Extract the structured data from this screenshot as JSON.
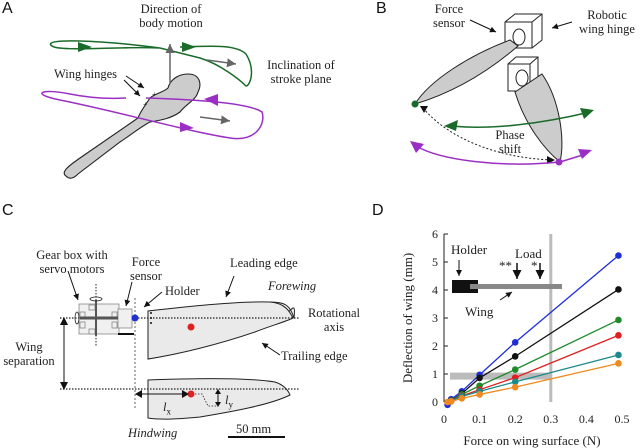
{
  "panels": {
    "A": {
      "letter": "A",
      "labels": {
        "direction_line1": "Direction of",
        "direction_line2": "body motion",
        "inclination_line1": "Inclination of",
        "inclination_line2": "stroke plane",
        "wing_hinges": "Wing hinges"
      },
      "colors": {
        "forewing_path": "#1a6b2a",
        "hindwing_path": "#9b2fc4",
        "body": "#cccccc",
        "arrows": "#666666"
      }
    },
    "B": {
      "letter": "B",
      "labels": {
        "force_line1": "Force",
        "force_line2": "sensor",
        "robotic_line1": "Robotic",
        "robotic_line2": "wing hinge",
        "phase_line1": "Phase",
        "phase_line2": "shift"
      }
    },
    "C": {
      "letter": "C",
      "labels": {
        "gearbox_line1": "Gear box with",
        "gearbox_line2": "servo motors",
        "force_line1": "Force",
        "force_line2": "sensor",
        "holder": "Holder",
        "leading_edge": "Leading edge",
        "forewing": "Forewing",
        "rotational_line1": "Rotational",
        "rotational_line2": "axis",
        "trailing_edge": "Trailing edge",
        "wing_sep_line1": "Wing",
        "wing_sep_line2": "separation",
        "lx": "l",
        "lx_sub": "x",
        "ly": "l",
        "ly_sub": "y",
        "hindwing": "Hindwing",
        "scale": "50 mm"
      }
    },
    "D": {
      "letter": "D",
      "inset": {
        "holder": "Holder",
        "load": "Load",
        "double_star": "**",
        "single_star": "*",
        "wing": "Wing"
      }
    }
  },
  "chart_data": {
    "type": "line",
    "title": "",
    "xlabel": "Force on wing surface (N)",
    "ylabel": "Deflection of wing (mm)",
    "xlim": [
      0,
      0.5
    ],
    "ylim": [
      0,
      6
    ],
    "xticks": [
      "0",
      "0.1",
      "0.2",
      "0.3",
      "0.4",
      "0.5"
    ],
    "yticks": [
      "0",
      "1",
      "2",
      "3",
      "4",
      "5",
      "6"
    ],
    "grid": false,
    "reference_lines": {
      "vertical_x": 0.3,
      "horizontal_band_y": [
        0.8,
        1.05
      ],
      "horizontal_band_x": [
        0,
        0.3
      ],
      "color": "#bbbbbb"
    },
    "series": [
      {
        "name": "blue",
        "color": "#1f2fd6",
        "x": [
          0.01,
          0.02,
          0.05,
          0.1,
          0.2,
          0.49
        ],
        "y": [
          -0.1,
          0.1,
          0.38,
          0.97,
          2.13,
          5.23
        ]
      },
      {
        "name": "black",
        "color": "#111111",
        "x": [
          0.02,
          0.05,
          0.1,
          0.2,
          0.49
        ],
        "y": [
          0.05,
          0.3,
          0.86,
          1.63,
          4.02
        ]
      },
      {
        "name": "green",
        "color": "#1f8a2a",
        "x": [
          0.02,
          0.05,
          0.1,
          0.2,
          0.49
        ],
        "y": [
          0.05,
          0.27,
          0.58,
          1.16,
          2.93
        ]
      },
      {
        "name": "red",
        "color": "#e02020",
        "x": [
          0.02,
          0.05,
          0.1,
          0.2,
          0.49
        ],
        "y": [
          0.04,
          0.22,
          0.44,
          0.87,
          2.38
        ]
      },
      {
        "name": "teal",
        "color": "#1a8a8a",
        "x": [
          0.02,
          0.05,
          0.1,
          0.2,
          0.49
        ],
        "y": [
          0.03,
          0.2,
          0.38,
          0.72,
          1.68
        ]
      },
      {
        "name": "orange",
        "color": "#f08a20",
        "x": [
          0.01,
          0.02,
          0.05,
          0.1,
          0.2,
          0.49
        ],
        "y": [
          0.0,
          0.02,
          0.13,
          0.27,
          0.53,
          1.38
        ]
      }
    ]
  }
}
